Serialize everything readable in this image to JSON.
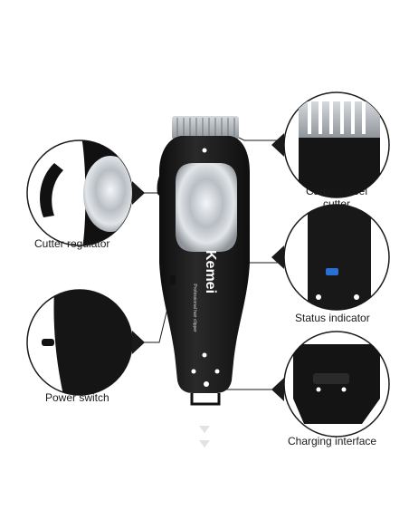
{
  "product": {
    "brand": "Kemei",
    "tagline": "Professional hair clipper"
  },
  "callouts": {
    "cutter_regulator": "Cutter regulator",
    "carbon_steel_line1": "Carbon steel",
    "carbon_steel_line2": "cutter",
    "status_indicator": "Status indicator",
    "power_switch": "Power switch",
    "charging_interface": "Charging interface"
  },
  "colors": {
    "body": "#1c1c1c",
    "panel": "#c8ccd0",
    "indicator": "#2a6fd6",
    "line": "#1a1a1a"
  }
}
